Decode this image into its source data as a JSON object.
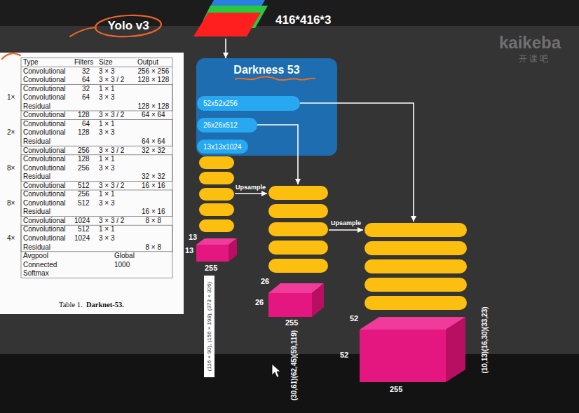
{
  "diagram": {
    "title": "Yolo v3",
    "nodes": [
      {
        "text": [
          "416*416*3"
        ]
      },
      {
        "text": [
          "Darkness 53"
        ]
      },
      {
        "text": [
          "52x52x256"
        ],
        "in": 1
      },
      {
        "text": [
          "26x26x512"
        ],
        "in": 1
      },
      {
        "text": [
          "13x13x1024"
        ],
        "in": 1
      }
    ],
    "edges": [
      {
        "from": 0,
        "to": 1,
        "arrow": "to"
      }
    ],
    "labels": [
      "Type",
      "Filters",
      "Size",
      "Output",
      "Convolutional",
      "32",
      "3 × 3",
      "256 × 256",
      "Convolutional",
      "64",
      "3 × 3 / 2",
      "128 × 128",
      "Convolutional",
      "32",
      "1 × 1",
      "1×",
      "Convolutional",
      "64",
      "3 × 3",
      "Residual",
      "128 × 128",
      "Convolutional",
      "128",
      "3 × 3 / 2",
      "64 × 64",
      "Convolutional",
      "64",
      "1 × 1",
      "2×",
      "Convolutional",
      "128",
      "3 × 3",
      "Residual",
      "64 × 64",
      "Convolutional",
      "256",
      "3 × 3 / 2",
      "32 × 32",
      "Convolutional",
      "128",
      "1 × 1",
      "8×",
      "Convolutional",
      "256",
      "3 × 3",
      "Residual",
      "32 × 32",
      "Convolutional",
      "512",
      "3 × 3 / 2",
      "16 × 16",
      "Convolutional",
      "256",
      "1 × 1",
      "8×",
      "Convolutional",
      "512",
      "3 × 3",
      "Residual",
      "16 × 16",
      "Convolutional",
      "1024",
      "3 × 3 / 2",
      "8 × 8",
      "Convolutional",
      "512",
      "1 × 1",
      "4×",
      "Convolutional",
      "1024",
      "3 × 3",
      "Residual",
      "8 × 8",
      "Avgpool",
      "Global",
      "Connected",
      "1000",
      "Softmax",
      "Table 1.",
      "Darknet-53.",
      "Upsample",
      "Upsample",
      "13",
      "13",
      "255",
      "26",
      "26",
      "255",
      "52",
      "52",
      "255",
      "(116 × 90), (156 × 198), (373 × 326)",
      "(30,61)(62,45)(59,119)",
      "(10,13)(16,30)(33,23)",
      "kaikeba",
      "开课吧"
    ]
  }
}
